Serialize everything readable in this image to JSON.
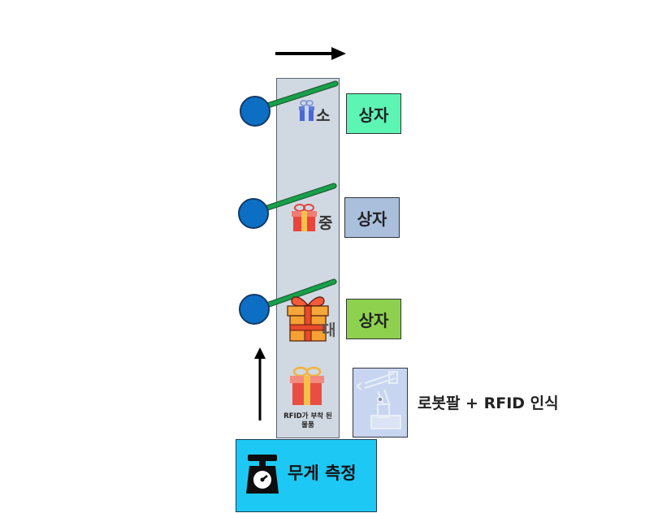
{
  "sorter": {
    "small": {
      "size": "소",
      "label": "상자",
      "color": "#5cf5b4"
    },
    "medium": {
      "size": "중",
      "label": "상자",
      "color": "#a9bfdc"
    },
    "large": {
      "size": "대",
      "label": "상자",
      "color": "#8ed14e"
    }
  },
  "rfid_item": {
    "caption_line1": "RFID가 부착 된",
    "caption_line2": "물품"
  },
  "robot": {
    "label": "로봇팔 + RFID 인식"
  },
  "scale": {
    "label": "무게 측정"
  },
  "icons": {
    "direction_arrow_top": "arrow-right-icon",
    "direction_arrow_left": "arrow-up-icon",
    "gift": "gift-icon",
    "robot_arm": "robot-arm-icon",
    "scale": "weighing-scale-icon"
  }
}
